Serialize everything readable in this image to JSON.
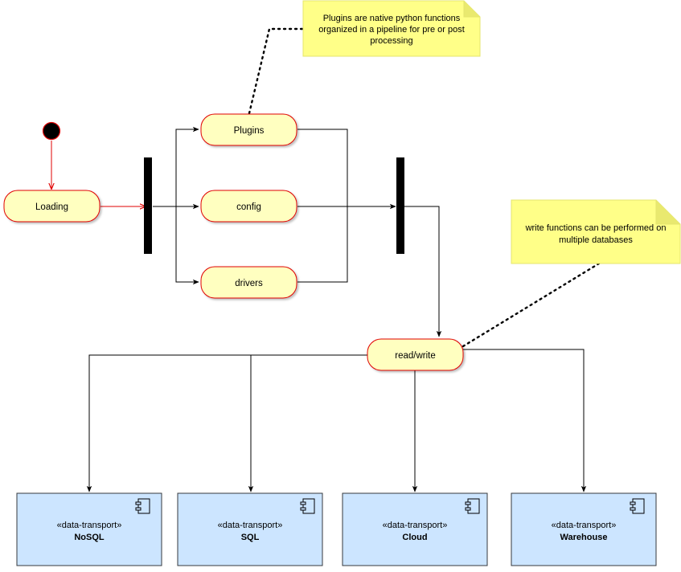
{
  "states": {
    "loading": "Loading",
    "plugins": "Plugins",
    "config": "config",
    "drivers": "drivers",
    "readwrite": "read/write"
  },
  "notes": {
    "plugins_note": [
      "Plugins are native python functions",
      "organized in a pipeline for pre or post",
      "processing"
    ],
    "write_note": [
      "write functions can be performed on",
      "multiple databases"
    ]
  },
  "components": [
    {
      "stereotype": "«data-transport»",
      "name": "NoSQL"
    },
    {
      "stereotype": "«data-transport»",
      "name": "SQL"
    },
    {
      "stereotype": "«data-transport»",
      "name": "Cloud"
    },
    {
      "stereotype": "«data-transport»",
      "name": "Warehouse"
    }
  ],
  "colors": {
    "state_fill": "#ffffc0",
    "state_stroke": "#e00000",
    "note_fill": "#ffff88",
    "note_stroke": "#e5e56e",
    "component_fill": "#cce5ff",
    "component_stroke": "#36393d",
    "initial_red": "#ff0000",
    "bar": "#000000"
  }
}
